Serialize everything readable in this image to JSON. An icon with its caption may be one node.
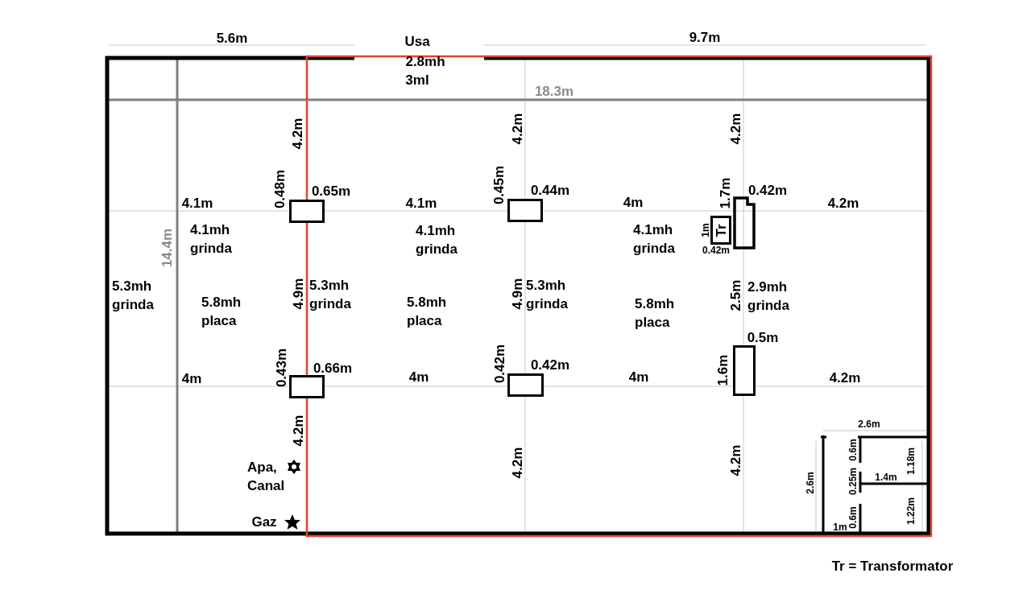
{
  "diagram": {
    "nodes": [
      {
        "text": [],
        "shape": "box"
      },
      {
        "text": [],
        "shape": "box"
      },
      {
        "text": [
          "Tr"
        ]
      },
      {
        "text": [],
        "shape": "box"
      },
      {
        "text": [],
        "shape": "box"
      },
      {
        "text": [],
        "shape": "box"
      },
      {
        "text": [],
        "shape": "box"
      }
    ],
    "labels": [
      "5.6m",
      "Usa",
      "2.8mh",
      "3ml",
      "9.7m",
      "18.3m",
      "4.2m",
      "4.2m",
      "4.2m",
      "0.48m",
      "0.65m",
      "0.45m",
      "0.44m",
      "1.7m",
      "0.42m",
      "4.1m",
      "4.1m",
      "4m",
      "4.2m",
      "14.4m",
      "4.1mh grinda",
      "4.1mh grinda",
      "1m",
      "4.1mh grinda",
      "0.42m",
      "5.3mh grinda",
      "5.8mh placa",
      "4.9m",
      "5.3mh grinda",
      "5.8mh placa",
      "4.9m",
      "5.3mh grinda",
      "5.8mh placa",
      "2.5m",
      "2.9mh grinda",
      "0.5m",
      "0.43m",
      "0.66m",
      "0.42m",
      "0.42m",
      "1.6m",
      "4m",
      "4m",
      "4m",
      "4.2m",
      "4.2m",
      "2.6m",
      "4.2m",
      "4.2m",
      "0.6m",
      "1.18m",
      "Apa, Canal",
      "2.6m",
      "1.4m",
      "0.25m",
      "1.22m",
      "Gaz",
      "1m",
      "0.6m",
      "Tr = Transformator"
    ]
  }
}
